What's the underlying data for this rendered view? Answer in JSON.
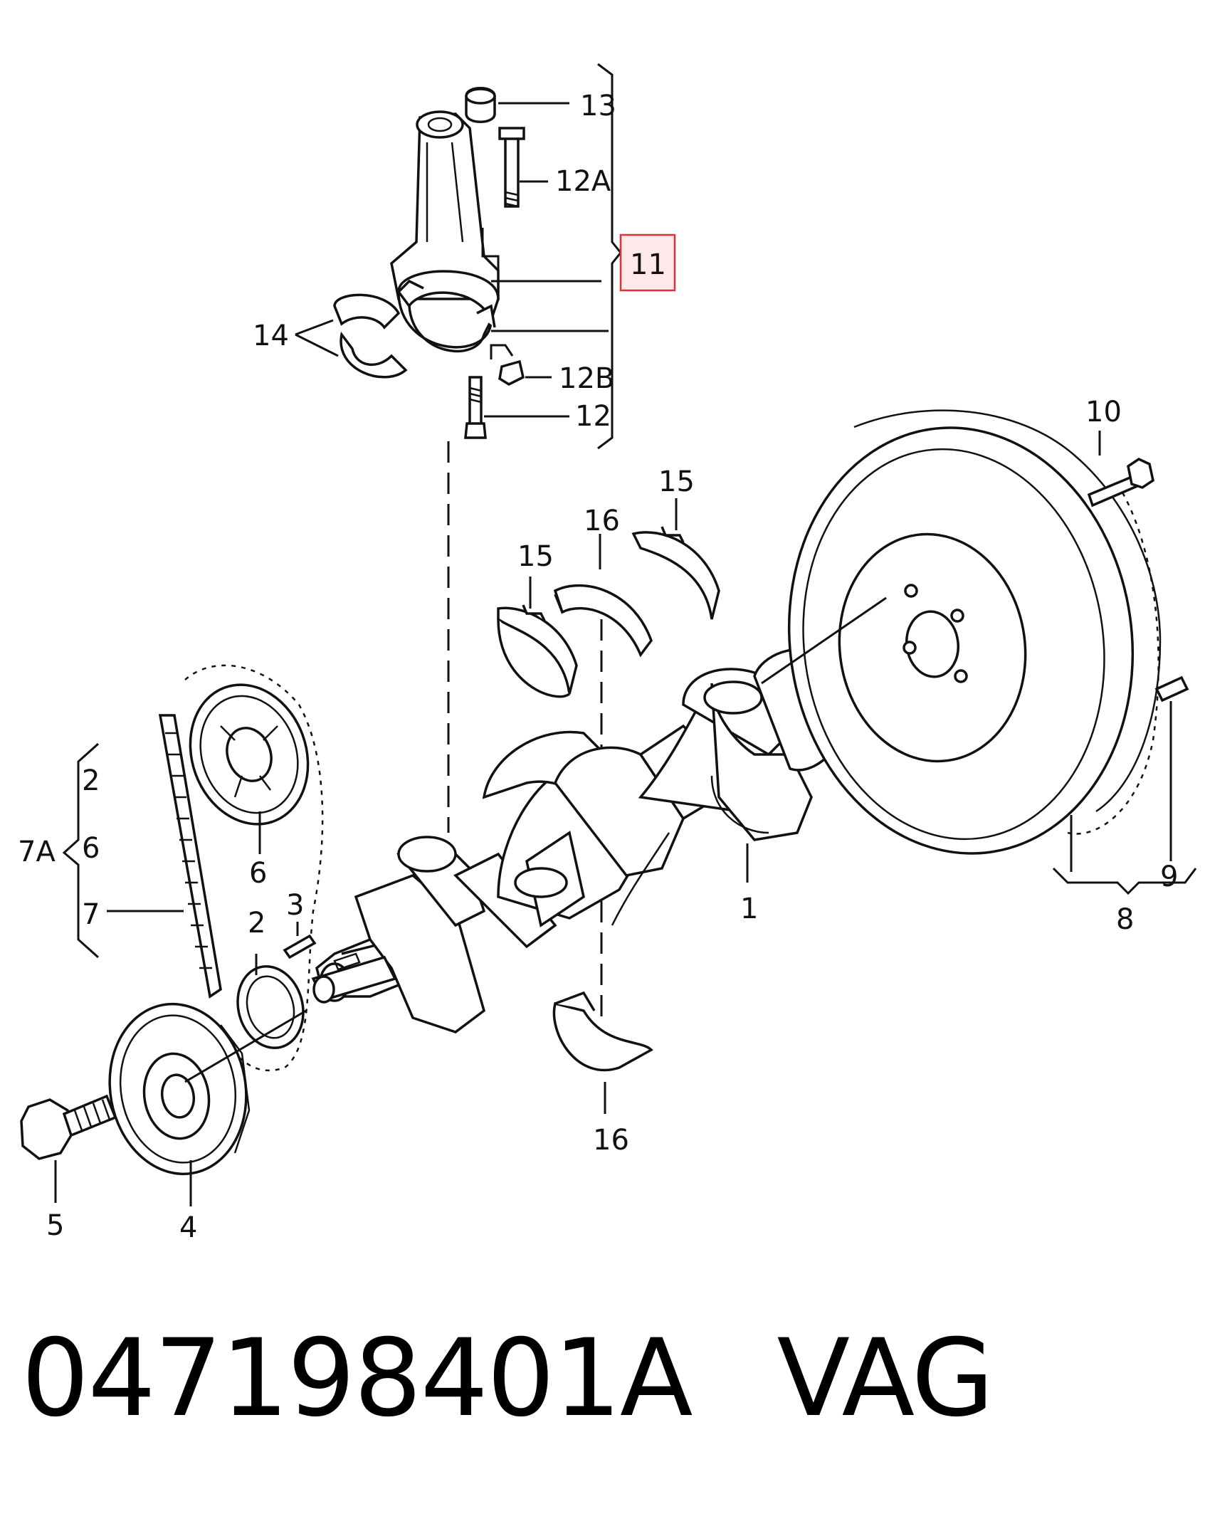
{
  "callouts": {
    "c13": "13",
    "c12A": "12A",
    "c11": "11",
    "c14": "14",
    "c12B": "12B",
    "c12": "12",
    "c10": "10",
    "c15a": "15",
    "c15b": "15",
    "c16a": "16",
    "c16b": "16",
    "c2a": "2",
    "c6a": "6",
    "c7A": "7A",
    "c7": "7",
    "c6b": "6",
    "c3": "3",
    "c2b": "2",
    "c1": "1",
    "c9": "9",
    "c8": "8",
    "c5": "5",
    "c4": "4"
  },
  "footer": {
    "part_number": "047198401A",
    "brand": "VAG"
  },
  "highlight": {
    "target": "11",
    "color": "#e0303a"
  }
}
